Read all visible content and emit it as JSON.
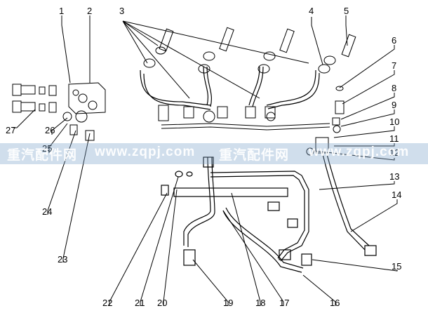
{
  "part_labels": [
    "1",
    "2",
    "3",
    "4",
    "5",
    "6",
    "7",
    "8",
    "9",
    "10",
    "11",
    "12",
    "13",
    "14",
    "15",
    "16",
    "17",
    "18",
    "19",
    "20",
    "21",
    "22",
    "23",
    "24",
    "25",
    "26",
    "27"
  ],
  "watermark": {
    "cn": "重汽配件网",
    "url": "www.zqpj.com"
  }
}
